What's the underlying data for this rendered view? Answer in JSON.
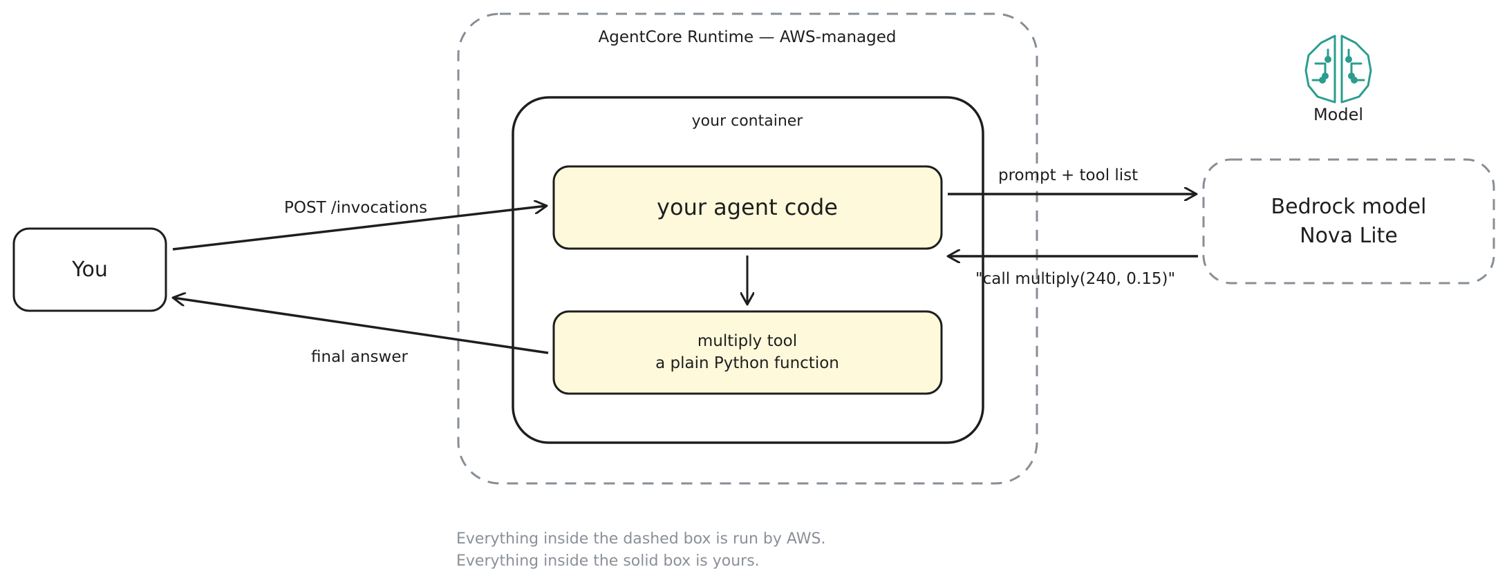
{
  "runtime": {
    "label": "AgentCore Runtime — AWS-managed"
  },
  "container": {
    "label": "your container"
  },
  "agent_code": {
    "label": "your agent code"
  },
  "tool": {
    "line1": "multiply tool",
    "line2": "a plain Python function"
  },
  "you": {
    "label": "You"
  },
  "model": {
    "icon_caption": "Model",
    "line1": "Bedrock model",
    "line2": "Nova Lite",
    "icon": "brain-circuit-icon",
    "icon_color": "#2a9d8f"
  },
  "edges": {
    "request": "POST /invocations",
    "response": "final answer",
    "prompt": "prompt + tool list",
    "tool_call": "\"call multiply(240, 0.15)\""
  },
  "footnote": {
    "line1": "Everything inside the dashed box is run by AWS.",
    "line2": "Everything inside the solid box is yours."
  },
  "colors": {
    "stroke": "#1e1e1e",
    "dashed": "#868e96",
    "box_fill": "#fff9db",
    "muted_text": "#8a9098"
  }
}
